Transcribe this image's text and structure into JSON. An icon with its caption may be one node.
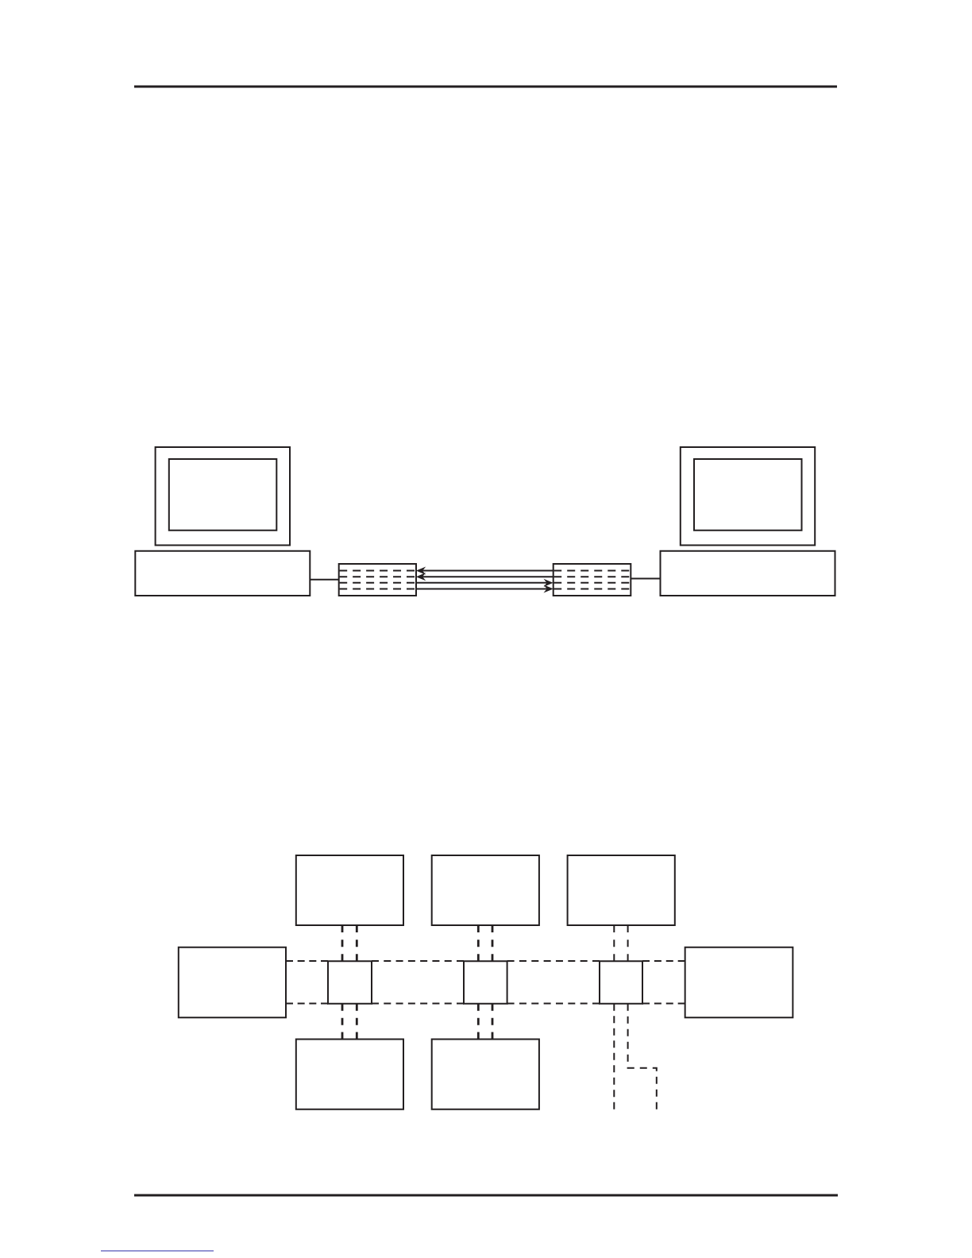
{
  "diagram": {
    "nodes": [
      {
        "text": [],
        "shape": "computer"
      },
      {
        "text": [],
        "shape": "box"
      },
      {
        "text": [],
        "shape": "box"
      },
      {
        "text": [],
        "shape": "computer"
      },
      {
        "text": [],
        "shape": "box"
      },
      {
        "text": [],
        "shape": "box"
      },
      {
        "text": [],
        "shape": "box"
      },
      {
        "text": [],
        "shape": "box"
      },
      {
        "text": [],
        "shape": "box"
      },
      {
        "text": [],
        "shape": "box"
      },
      {
        "text": [],
        "shape": "box"
      },
      {
        "text": [],
        "shape": "box"
      },
      {
        "text": [],
        "shape": "box"
      },
      {
        "text": [],
        "shape": "box"
      }
    ],
    "edges": [
      {
        "from": 0,
        "to": 1,
        "arrow": "none"
      },
      {
        "from": 2,
        "to": 1,
        "arrow": "to"
      },
      {
        "from": 2,
        "to": 1,
        "arrow": "to"
      },
      {
        "from": 1,
        "to": 2,
        "arrow": "to"
      },
      {
        "from": 1,
        "to": 2,
        "arrow": "to"
      },
      {
        "from": 2,
        "to": 3,
        "arrow": "none"
      },
      {
        "from": 7,
        "to": 8,
        "arrow": "none",
        "style": "dashed"
      },
      {
        "from": 7,
        "to": 8,
        "arrow": "none",
        "style": "dashed"
      },
      {
        "from": 8,
        "to": 9,
        "arrow": "none",
        "style": "dashed"
      },
      {
        "from": 8,
        "to": 9,
        "arrow": "none",
        "style": "dashed"
      },
      {
        "from": 9,
        "to": 10,
        "arrow": "none",
        "style": "dashed"
      },
      {
        "from": 9,
        "to": 10,
        "arrow": "none",
        "style": "dashed"
      },
      {
        "from": 10,
        "to": 11,
        "arrow": "none",
        "style": "dashed"
      },
      {
        "from": 10,
        "to": 11,
        "arrow": "none",
        "style": "dashed"
      },
      {
        "from": 4,
        "to": 8,
        "arrow": "none",
        "style": "dashed"
      },
      {
        "from": 4,
        "to": 8,
        "arrow": "none",
        "style": "dashed"
      },
      {
        "from": 5,
        "to": 9,
        "arrow": "none",
        "style": "dashed"
      },
      {
        "from": 5,
        "to": 9,
        "arrow": "none",
        "style": "dashed"
      },
      {
        "from": 6,
        "to": 10,
        "arrow": "none",
        "style": "dashed"
      },
      {
        "from": 6,
        "to": 10,
        "arrow": "none",
        "style": "dashed"
      },
      {
        "from": 8,
        "to": 12,
        "arrow": "none",
        "style": "dashed"
      },
      {
        "from": 8,
        "to": 12,
        "arrow": "none",
        "style": "dashed"
      },
      {
        "from": 9,
        "to": 13,
        "arrow": "none",
        "style": "dashed"
      },
      {
        "from": 9,
        "to": 13,
        "arrow": "none",
        "style": "dashed"
      },
      {
        "from": 10,
        "to": null,
        "arrow": "none",
        "style": "dashed"
      },
      {
        "from": 10,
        "to": null,
        "arrow": "none",
        "style": "dashed"
      }
    ]
  }
}
